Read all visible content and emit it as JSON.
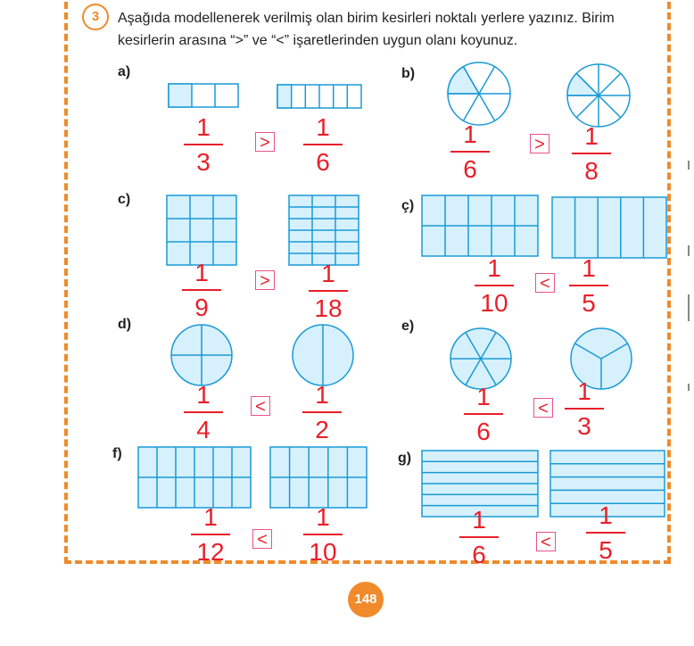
{
  "question": {
    "number": "3",
    "instruction": "Aşağıda modellenerek verilmiş olan birim kesirleri noktalı yerlere yazınız. Birim kesirlerin arasına “>” ve “<” işaretlerinden uygun olanı koyunuz."
  },
  "parts": [
    {
      "label": "a)",
      "left": {
        "num": "1",
        "den": "3"
      },
      "sign": ">",
      "right": {
        "num": "1",
        "den": "6"
      }
    },
    {
      "label": "b)",
      "left": {
        "num": "1",
        "den": "6"
      },
      "sign": ">",
      "right": {
        "num": "1",
        "den": "8"
      }
    },
    {
      "label": "c)",
      "left": {
        "num": "1",
        "den": "9"
      },
      "sign": ">",
      "right": {
        "num": "1",
        "den": "18"
      }
    },
    {
      "label": "ç)",
      "left": {
        "num": "1",
        "den": "10"
      },
      "sign": "<",
      "right": {
        "num": "1",
        "den": "5"
      }
    },
    {
      "label": "d)",
      "left": {
        "num": "1",
        "den": "4"
      },
      "sign": "<",
      "right": {
        "num": "1",
        "den": "2"
      }
    },
    {
      "label": "e)",
      "left": {
        "num": "1",
        "den": "6"
      },
      "sign": "<",
      "right": {
        "num": "1",
        "den": "3"
      }
    },
    {
      "label": "f)",
      "left": {
        "num": "1",
        "den": "12"
      },
      "sign": "<",
      "right": {
        "num": "1",
        "den": "10"
      }
    },
    {
      "label": "g)",
      "left": {
        "num": "1",
        "den": "6"
      },
      "sign": "<",
      "right": {
        "num": "1",
        "den": "5"
      }
    }
  ],
  "page_number": "148",
  "colors": {
    "accent_orange": "#f08a2a",
    "answer_red": "#e8202a",
    "shape_fill": "#d6f1fb",
    "shape_stroke": "#1a9ad6"
  }
}
